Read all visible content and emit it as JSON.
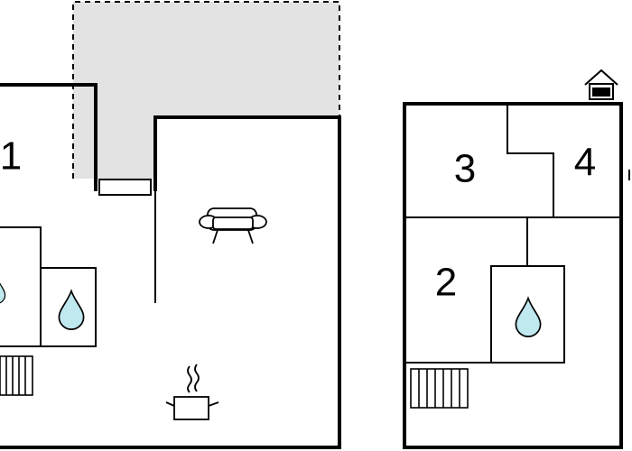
{
  "floor_plan": {
    "rooms": {
      "room_1": "1",
      "room_2": "2",
      "room_3": "3",
      "room_4": "4"
    },
    "icons": {
      "bathroom_drop_left_partial": "water-drop-icon",
      "bathroom_drop_left": "water-drop-icon",
      "bathroom_drop_right": "water-drop-icon",
      "sofa": "sofa-icon",
      "kitchen_pot": "cooking-pot-icon",
      "stairs_left": "stairs-icon",
      "stairs_right": "stairs-icon",
      "house_entry": "house-icon"
    },
    "colors": {
      "wall": "#000000",
      "terrace_fill": "#e3e3e3",
      "drop_fill": "#bfe8ef",
      "background": "#ffffff"
    }
  }
}
